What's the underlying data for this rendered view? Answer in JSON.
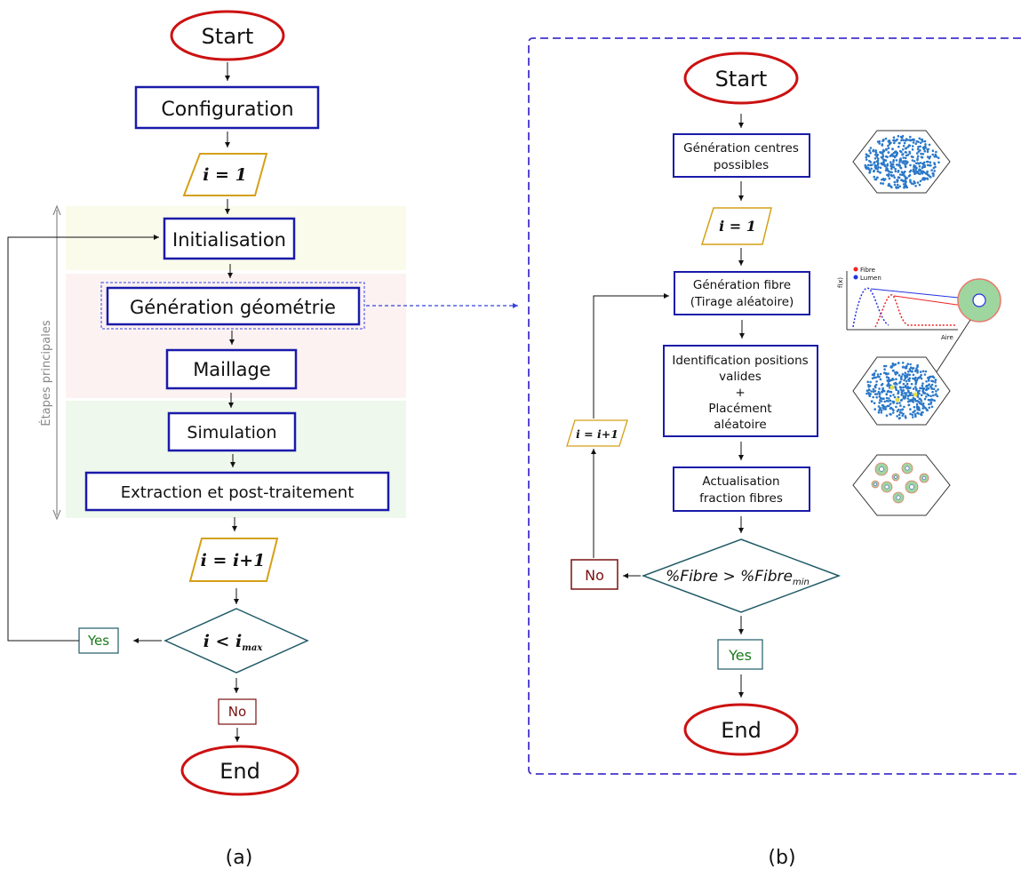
{
  "panel_a": {
    "start": "Start",
    "configuration": "Configuration",
    "i_init": "i = 1",
    "initialisation": "Initialisation",
    "generation_geometrie": "Génération géométrie",
    "maillage": "Maillage",
    "simulation": "Simulation",
    "extraction": "Extraction et post-traitement",
    "i_incr": "i = i+1",
    "decision_main": "i < i",
    "decision_sub": "max",
    "yes": "Yes",
    "no": "No",
    "end": "End",
    "side_label": "Étapes principales",
    "caption": "(a)"
  },
  "panel_b": {
    "start": "Start",
    "gen_centres_1": "Génération centres",
    "gen_centres_2": "possibles",
    "i_init": "i = 1",
    "gen_fibre_1": "Génération fibre",
    "gen_fibre_2": "(Tirage aléatoire)",
    "ident_1": "Identification positions",
    "ident_2": "valides",
    "ident_3": "+",
    "ident_4": "Placément",
    "ident_5": "aléatoire",
    "actual_1": "Actualisation",
    "actual_2": "fraction fibres",
    "i_incr": "i = i+1",
    "decision_main": "%Fibre > %Fibre",
    "decision_sub": "min",
    "no": "No",
    "yes": "Yes",
    "end": "End",
    "chart_ylabel": "f(x)",
    "chart_xlabel": "Aire",
    "legend_fibre": "Fibre",
    "legend_lumen": "Lumen",
    "caption": "(b)"
  },
  "colors": {
    "ellipse_stroke": "#cc1111",
    "box_stroke": "#1a1aaa",
    "para_stroke": "#d4a017",
    "diamond_stroke": "#1f5a66",
    "yes_stroke": "#1f5a66",
    "no_stroke": "#7a1010",
    "band_yellow": "#fafbea",
    "band_pink": "#fdf2f2",
    "band_green": "#eef8ec",
    "dashed_frame": "#4433cc",
    "scatter_dot": "#2a78c8",
    "fibre_fill": "#9fd59f",
    "fibre_ring": "#e8796b"
  }
}
